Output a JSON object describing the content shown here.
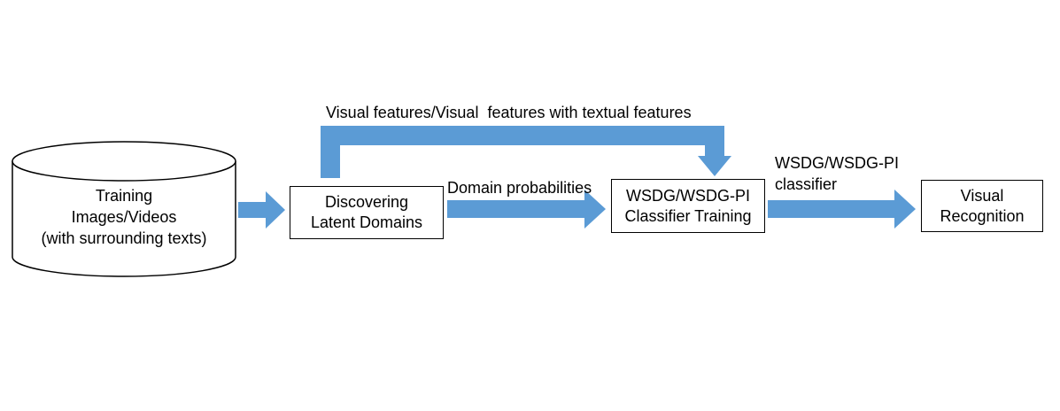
{
  "colors": {
    "arrow": "#5b9bd5",
    "stroke": "#000000",
    "background": "#ffffff"
  },
  "nodes": {
    "training_data": {
      "lines": [
        "Training",
        "Images/Videos",
        "(with surrounding texts)"
      ]
    },
    "discovering": {
      "lines": [
        "Discovering",
        "Latent Domains"
      ]
    },
    "classifier_training": {
      "lines": [
        "WSDG/WSDG-PI",
        "Classifier Training"
      ]
    },
    "visual_recognition": {
      "lines": [
        "Visual",
        "Recognition"
      ]
    }
  },
  "edges": {
    "top_feedback": {
      "label": "Visual features/Visual  features with textual features"
    },
    "domain_prob": {
      "label": "Domain probabilities"
    },
    "classifier_out": {
      "lines": [
        "WSDG/WSDG-PI",
        "classifier"
      ]
    }
  }
}
